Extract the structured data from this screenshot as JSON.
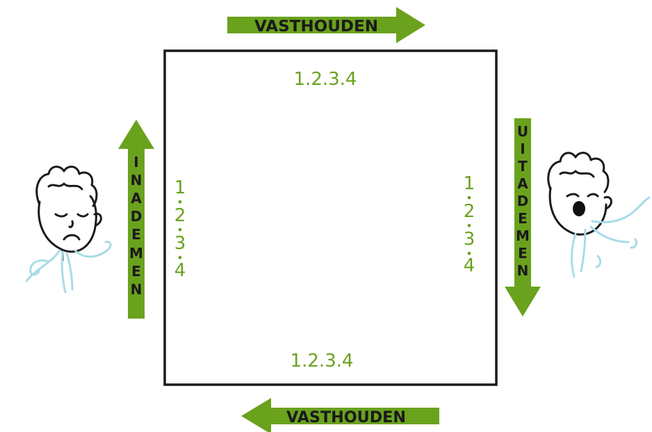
{
  "arrows": {
    "top": "VASTHOUDEN",
    "bottom": "VASTHOUDEN",
    "left": [
      "I",
      "N",
      "A",
      "D",
      "E",
      "M",
      "E",
      "N"
    ],
    "right": [
      "U",
      "I",
      "T",
      "A",
      "D",
      "E",
      "M",
      "E",
      "N"
    ]
  },
  "counts": {
    "top": "1.2.3.4",
    "bottom": "1.2.3.4",
    "left": [
      "1",
      "•",
      "2",
      "•",
      "3",
      "•",
      "4"
    ],
    "right": [
      "1",
      "•",
      "2",
      "•",
      "3",
      "•",
      "4"
    ]
  },
  "colors": {
    "arrow_green": "#6aa21e",
    "count_green": "#6aa21e",
    "box_stroke": "#1a1a1a",
    "breath_blue": "#a8dbe8"
  },
  "icons": {
    "left_figure": "person-inhaling-icon",
    "right_figure": "person-exhaling-icon"
  }
}
